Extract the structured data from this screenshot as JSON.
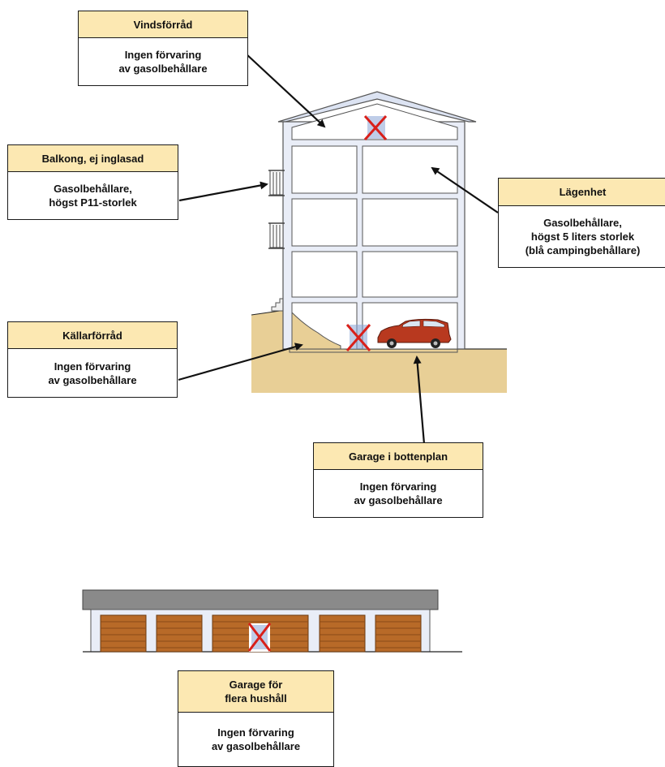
{
  "colors": {
    "header_fill": "#fce8b2",
    "ground": "#e8cf96",
    "wall": "#e9edf7",
    "car": "#b8391f",
    "door": "#b86a28",
    "roof": "#8a8a8a",
    "cross": "#d9201a"
  },
  "callouts": {
    "attic": {
      "title": "Vindsförråd",
      "text": "Ingen förvaring\nav gasolbehållare"
    },
    "balcony": {
      "title": "Balkong, ej inglasad",
      "text": "Gasolbehållare,\nhögst P11-storlek"
    },
    "apartment": {
      "title": "Lägenhet",
      "text": "Gasolbehållare,\nhögst 5 liters storlek\n(blå campingbehållare)"
    },
    "basement": {
      "title": "Källarförråd",
      "text": "Ingen förvaring\nav gasolbehållare"
    },
    "garage": {
      "title": "Garage i bottenplan",
      "text": "Ingen förvaring\nav gasolbehållare"
    },
    "multi_garage": {
      "title": "Garage för\nflera hushåll",
      "text": "Ingen förvaring\nav gasolbehållare"
    }
  },
  "icons": {
    "prohibited": "red-x-cross-icon",
    "car": "car-icon",
    "garage_door": "garage-door-icon"
  }
}
